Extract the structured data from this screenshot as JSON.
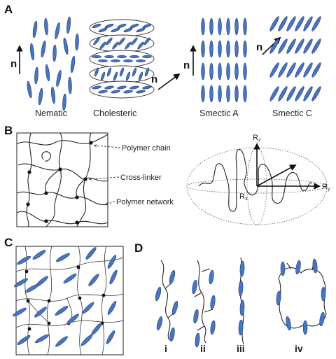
{
  "panels": {
    "a": {
      "label": "A",
      "director_label": "n",
      "captions": [
        "Nematic",
        "Cholesteric",
        "Smectic A",
        "Smectic C"
      ]
    },
    "b": {
      "label": "B",
      "annotations": [
        "Polymer chain",
        "Cross-linker",
        "Polymer network"
      ],
      "axes": {
        "z": "R",
        "z_sub": "z",
        "y": "R",
        "y_sub": "y",
        "x": "R",
        "x_sub": "x"
      }
    },
    "c": {
      "label": "C"
    },
    "d": {
      "label": "D",
      "captions": [
        "i",
        "ii",
        "iii",
        "iv"
      ]
    }
  },
  "colors": {
    "mesogen": "#4a74c0",
    "mesogen_edge": "#1e3f7a",
    "line": "#222222"
  }
}
